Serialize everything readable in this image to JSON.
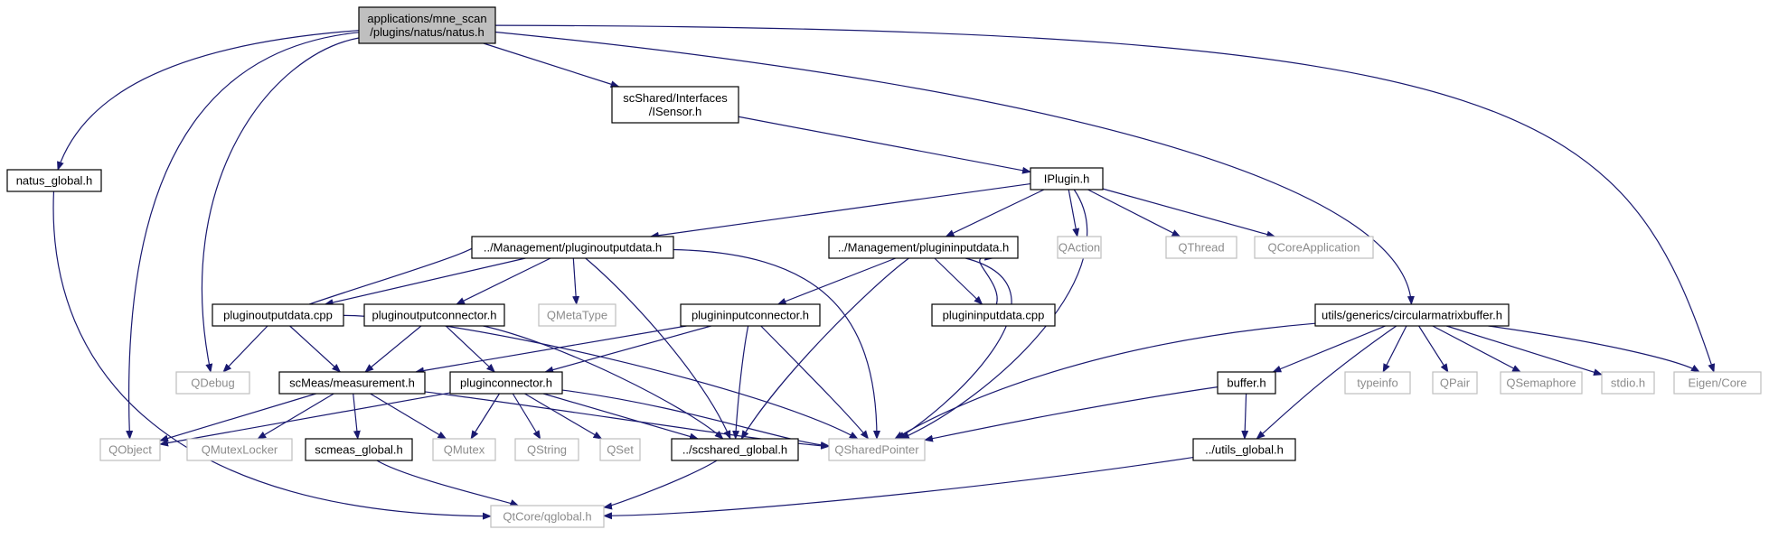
{
  "title": "Include dependency graph for natus.h",
  "colors": {
    "edge": "#191970",
    "root_fill": "#bfbfbf",
    "documented_border": "#000000",
    "external_border": "#bfbfbf",
    "external_text": "#8c8c8c"
  },
  "nodes": [
    {
      "id": "natus",
      "label": [
        "applications/mne_scan",
        "/plugins/natus/natus.h"
      ],
      "style": "root"
    },
    {
      "id": "natus_global",
      "label": [
        "natus_global.h"
      ],
      "style": "doc"
    },
    {
      "id": "isensor",
      "label": [
        "scShared/Interfaces",
        "/ISensor.h"
      ],
      "style": "doc"
    },
    {
      "id": "iplugin",
      "label": [
        "IPlugin.h"
      ],
      "style": "doc"
    },
    {
      "id": "plugoutdata_h",
      "label": [
        "../Management/pluginoutputdata.h"
      ],
      "style": "doc"
    },
    {
      "id": "pluginputdata_h",
      "label": [
        "../Management/plugininputdata.h"
      ],
      "style": "doc"
    },
    {
      "id": "qaction",
      "label": [
        "QAction"
      ],
      "style": "ext"
    },
    {
      "id": "qthread",
      "label": [
        "QThread"
      ],
      "style": "ext"
    },
    {
      "id": "qcoreapp",
      "label": [
        "QCoreApplication"
      ],
      "style": "ext"
    },
    {
      "id": "plugoutdata_cpp",
      "label": [
        "pluginoutputdata.cpp"
      ],
      "style": "doc"
    },
    {
      "id": "plugoutconn",
      "label": [
        "pluginoutputconnector.h"
      ],
      "style": "doc"
    },
    {
      "id": "qmetatype",
      "label": [
        "QMetaType"
      ],
      "style": "ext"
    },
    {
      "id": "pluginconn_in",
      "label": [
        "plugininputconnector.h"
      ],
      "style": "doc"
    },
    {
      "id": "pluginputdata_cpp",
      "label": [
        "plugininputdata.cpp"
      ],
      "style": "doc"
    },
    {
      "id": "circbuf",
      "label": [
        "utils/generics/circularmatrixbuffer.h"
      ],
      "style": "doc"
    },
    {
      "id": "qdebug",
      "label": [
        "QDebug"
      ],
      "style": "ext"
    },
    {
      "id": "measurement",
      "label": [
        "scMeas/measurement.h"
      ],
      "style": "doc"
    },
    {
      "id": "pluginconnector",
      "label": [
        "pluginconnector.h"
      ],
      "style": "doc"
    },
    {
      "id": "buffer",
      "label": [
        "buffer.h"
      ],
      "style": "doc"
    },
    {
      "id": "typeinfo",
      "label": [
        "typeinfo"
      ],
      "style": "ext"
    },
    {
      "id": "qpair",
      "label": [
        "QPair"
      ],
      "style": "ext"
    },
    {
      "id": "qsemaphore",
      "label": [
        "QSemaphore"
      ],
      "style": "ext"
    },
    {
      "id": "stdio",
      "label": [
        "stdio.h"
      ],
      "style": "ext"
    },
    {
      "id": "eigen",
      "label": [
        "Eigen/Core"
      ],
      "style": "ext"
    },
    {
      "id": "qobject",
      "label": [
        "QObject"
      ],
      "style": "ext"
    },
    {
      "id": "qmutexlocker",
      "label": [
        "QMutexLocker"
      ],
      "style": "ext"
    },
    {
      "id": "scmeas_global",
      "label": [
        "scmeas_global.h"
      ],
      "style": "doc"
    },
    {
      "id": "qmutex",
      "label": [
        "QMutex"
      ],
      "style": "ext"
    },
    {
      "id": "qstring",
      "label": [
        "QString"
      ],
      "style": "ext"
    },
    {
      "id": "qset",
      "label": [
        "QSet"
      ],
      "style": "ext"
    },
    {
      "id": "scshared_global",
      "label": [
        "../scshared_global.h"
      ],
      "style": "doc"
    },
    {
      "id": "qsharedpointer",
      "label": [
        "QSharedPointer"
      ],
      "style": "ext"
    },
    {
      "id": "utils_global",
      "label": [
        "../utils_global.h"
      ],
      "style": "doc"
    },
    {
      "id": "qglobal",
      "label": [
        "QtCore/qglobal.h"
      ],
      "style": "ext"
    }
  ],
  "edges": [
    [
      "natus",
      "natus_global"
    ],
    [
      "natus",
      "qobject"
    ],
    [
      "natus",
      "qdebug"
    ],
    [
      "natus",
      "isensor"
    ],
    [
      "natus",
      "circbuf"
    ],
    [
      "natus",
      "eigen"
    ],
    [
      "natus_global",
      "qglobal"
    ],
    [
      "isensor",
      "iplugin"
    ],
    [
      "iplugin",
      "plugoutdata_h"
    ],
    [
      "iplugin",
      "pluginputdata_h"
    ],
    [
      "iplugin",
      "qaction"
    ],
    [
      "iplugin",
      "qthread"
    ],
    [
      "iplugin",
      "qcoreapp"
    ],
    [
      "iplugin",
      "qsharedpointer"
    ],
    [
      "plugoutdata_h",
      "plugoutdata_cpp"
    ],
    [
      "plugoutdata_h",
      "plugoutconn"
    ],
    [
      "plugoutdata_h",
      "qmetatype"
    ],
    [
      "plugoutdata_h",
      "scshared_global"
    ],
    [
      "plugoutdata_h",
      "qsharedpointer"
    ],
    [
      "plugoutdata_cpp",
      "plugoutdata_h"
    ],
    [
      "plugoutdata_cpp",
      "qdebug"
    ],
    [
      "plugoutdata_cpp",
      "measurement"
    ],
    [
      "plugoutdata_cpp",
      "qsharedpointer"
    ],
    [
      "pluginputdata_h",
      "pluginconn_in"
    ],
    [
      "pluginputdata_h",
      "pluginputdata_cpp"
    ],
    [
      "pluginputdata_h",
      "scshared_global"
    ],
    [
      "pluginputdata_h",
      "qsharedpointer"
    ],
    [
      "pluginputdata_cpp",
      "pluginputdata_h"
    ],
    [
      "plugoutconn",
      "measurement"
    ],
    [
      "plugoutconn",
      "pluginconnector"
    ],
    [
      "plugoutconn",
      "scshared_global"
    ],
    [
      "pluginconn_in",
      "measurement"
    ],
    [
      "pluginconn_in",
      "pluginconnector"
    ],
    [
      "pluginconn_in",
      "scshared_global"
    ],
    [
      "pluginconn_in",
      "qsharedpointer"
    ],
    [
      "measurement",
      "qobject"
    ],
    [
      "measurement",
      "qmutexlocker"
    ],
    [
      "measurement",
      "scmeas_global"
    ],
    [
      "measurement",
      "qmutex"
    ],
    [
      "measurement",
      "qsharedpointer"
    ],
    [
      "pluginconnector",
      "qobject"
    ],
    [
      "pluginconnector",
      "qmutex"
    ],
    [
      "pluginconnector",
      "qstring"
    ],
    [
      "pluginconnector",
      "qset"
    ],
    [
      "pluginconnector",
      "scshared_global"
    ],
    [
      "pluginconnector",
      "qsharedpointer"
    ],
    [
      "scmeas_global",
      "qglobal"
    ],
    [
      "scshared_global",
      "qglobal"
    ],
    [
      "circbuf",
      "qsharedpointer"
    ],
    [
      "circbuf",
      "buffer"
    ],
    [
      "circbuf",
      "utils_global"
    ],
    [
      "circbuf",
      "typeinfo"
    ],
    [
      "circbuf",
      "qpair"
    ],
    [
      "circbuf",
      "qsemaphore"
    ],
    [
      "circbuf",
      "stdio"
    ],
    [
      "circbuf",
      "eigen"
    ],
    [
      "buffer",
      "qsharedpointer"
    ],
    [
      "buffer",
      "utils_global"
    ],
    [
      "utils_global",
      "qglobal"
    ]
  ]
}
